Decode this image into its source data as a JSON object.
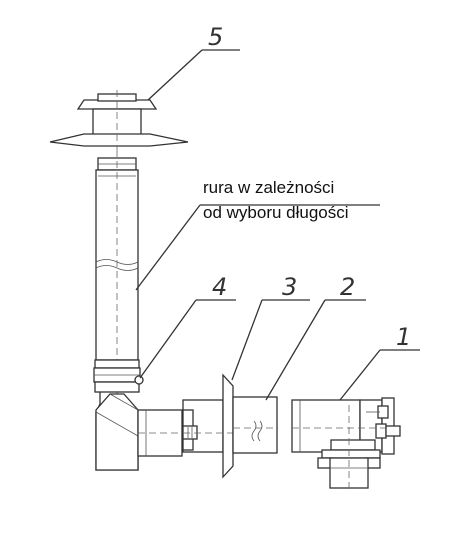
{
  "labels": {
    "pipe_note_line1": "rura w zależności",
    "pipe_note_line2": "od wyboru długości"
  },
  "callouts": [
    "1",
    "2",
    "3",
    "4",
    "5"
  ]
}
